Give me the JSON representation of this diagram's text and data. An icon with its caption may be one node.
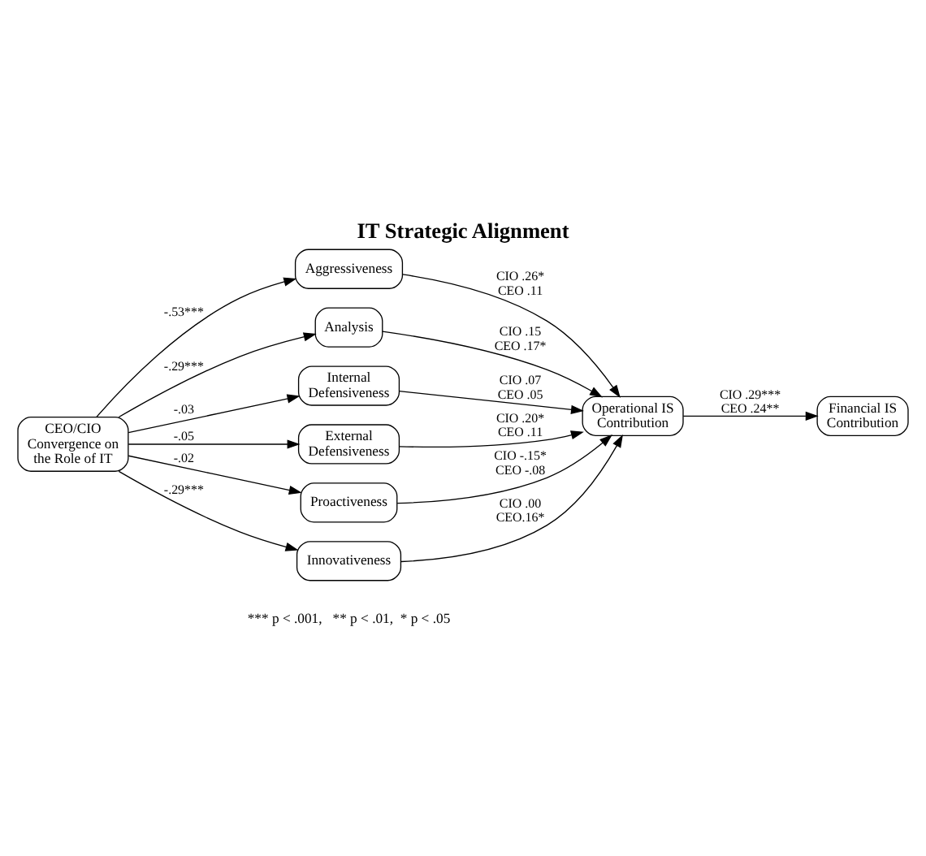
{
  "diagram": {
    "title": "IT Strategic Alignment",
    "nodes": [
      {
        "text": [
          "CEO/CIO Convergence on the Role of IT"
        ]
      },
      {
        "text": [
          "Aggressiveness"
        ]
      },
      {
        "text": [
          "Analysis"
        ]
      },
      {
        "text": [
          "Internal Defensiveness"
        ]
      },
      {
        "text": [
          "External Defensiveness"
        ]
      },
      {
        "text": [
          "Proactiveness"
        ]
      },
      {
        "text": [
          "Innovativeness"
        ]
      },
      {
        "text": [
          "Operational IS Contribution"
        ]
      },
      {
        "text": [
          "Financial IS Contribution"
        ]
      }
    ],
    "edges": [
      {
        "from": 0,
        "to": 1,
        "arrow": "to",
        "label": "-.53***"
      },
      {
        "from": 0,
        "to": 2,
        "arrow": "to",
        "label": "-.29***"
      },
      {
        "from": 0,
        "to": 3,
        "arrow": "to",
        "label": "-.03"
      },
      {
        "from": 0,
        "to": 4,
        "arrow": "to",
        "label": "-.05"
      },
      {
        "from": 0,
        "to": 5,
        "arrow": "to",
        "label": "-.02"
      },
      {
        "from": 0,
        "to": 6,
        "arrow": "to",
        "label": "-.29***"
      },
      {
        "from": 1,
        "to": 7,
        "arrow": "to",
        "label": "CIO .26* CEO .11"
      },
      {
        "from": 2,
        "to": 7,
        "arrow": "to",
        "label": "CIO .15 CEO .17*"
      },
      {
        "from": 3,
        "to": 7,
        "arrow": "to",
        "label": "CIO .07 CEO .05"
      },
      {
        "from": 4,
        "to": 7,
        "arrow": "to",
        "label": "CIO .20* CEO .11"
      },
      {
        "from": 5,
        "to": 7,
        "arrow": "to",
        "label": "CIO -.15* CEO -.08"
      },
      {
        "from": 6,
        "to": 7,
        "arrow": "to",
        "label": "CIO .00 CEO.16*"
      },
      {
        "from": 7,
        "to": 8,
        "arrow": "to",
        "label": "CIO .29*** CEO .24**"
      }
    ],
    "labels": [
      "*** p < .001,   ** p < .01,  * p < .05"
    ]
  }
}
